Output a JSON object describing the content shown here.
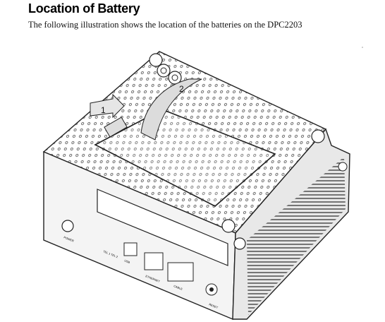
{
  "section": {
    "title": "Location of Battery",
    "description": "The following illustration shows the location of the batteries on the DPC2203"
  },
  "figure": {
    "callouts": [
      "1",
      "2"
    ],
    "port_labels": [
      "POWER",
      "TEL 1 TEL 2",
      "USB",
      "ETHERNET",
      "CABLE",
      "RESET"
    ]
  }
}
